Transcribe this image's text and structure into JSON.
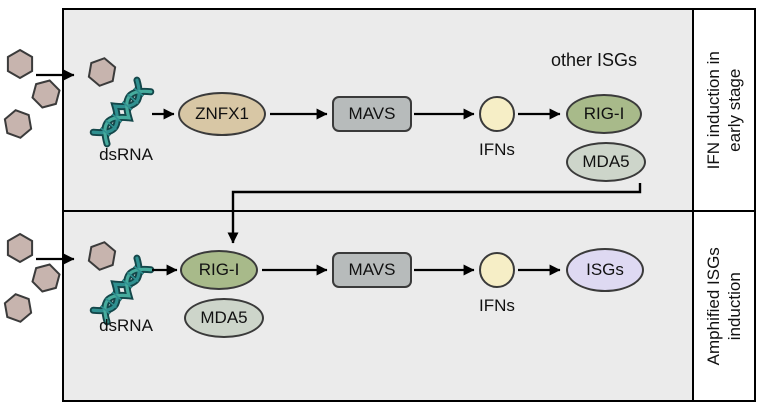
{
  "diagram": {
    "top": {
      "side_label": "IFN induction in\nearly stage",
      "other_isgs_label": "other ISGs",
      "dsrna_label": "dsRNA",
      "znfx1": "ZNFX1",
      "mavs": "MAVS",
      "ifns_label": "IFNs",
      "rigi": "RIG-I",
      "mda5": "MDA5"
    },
    "bottom": {
      "side_label": "Amphified ISGs\ninduction",
      "dsrna_label": "dsRNA",
      "rigi": "RIG-I",
      "mda5": "MDA5",
      "mavs": "MAVS",
      "ifns_label": "IFNs",
      "isgs": "ISGs"
    },
    "colors": {
      "panel_bg": "#ebebeb",
      "border": "#000000",
      "virus_hexagon": "#c7b4ae",
      "helix_teal": "#2f9090",
      "znfx1": "#d8c7a5",
      "mavs": "#b7bbbb",
      "ifns": "#f6eec6",
      "rigi": "#a8ba8a",
      "mda5": "#cdd5ca",
      "isgs": "#ded9f2"
    }
  }
}
